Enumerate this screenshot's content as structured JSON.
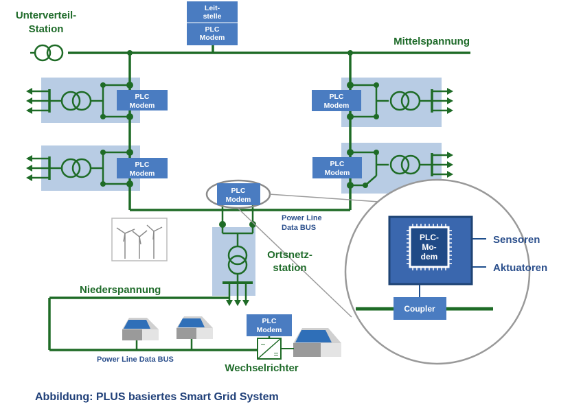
{
  "title": "",
  "caption": "Abbildung: PLUS basiertes Smart Grid System",
  "labels": {
    "unterverteil_1": "Unterverteil-",
    "unterverteil_2": "Station",
    "mittelspannung": "Mittelspannung",
    "niederspannung": "Niederspannung",
    "ortsnetz_1": "Ortsnetz-",
    "ortsnetz_2": "station",
    "wechselrichter": "Wechselrichter",
    "sensoren": "Sensoren",
    "aktuatoren": "Aktuatoren",
    "coupler": "Coupler"
  },
  "leitstelle": {
    "line1": "Leit-",
    "line2": "stelle",
    "line3": "PLC",
    "line4": "Modem"
  },
  "modem": {
    "line1": "PLC",
    "line2": "Modem"
  },
  "chip": {
    "line1": "PLC-",
    "line2": "Mo-",
    "line3": "dem"
  },
  "bus_mv": {
    "line1": "Power Line",
    "line2": "Data BUS"
  },
  "bus_lv": "Power Line Data BUS",
  "inverter_symbols": {
    "ac": "~",
    "dc": "="
  },
  "colors": {
    "line_green": "#1e6b26",
    "modem_blue": "#4a7cc1",
    "shade_blue": "#b8cce4",
    "text_blue": "#2b4f8c",
    "text_green": "#1f6b2a"
  }
}
